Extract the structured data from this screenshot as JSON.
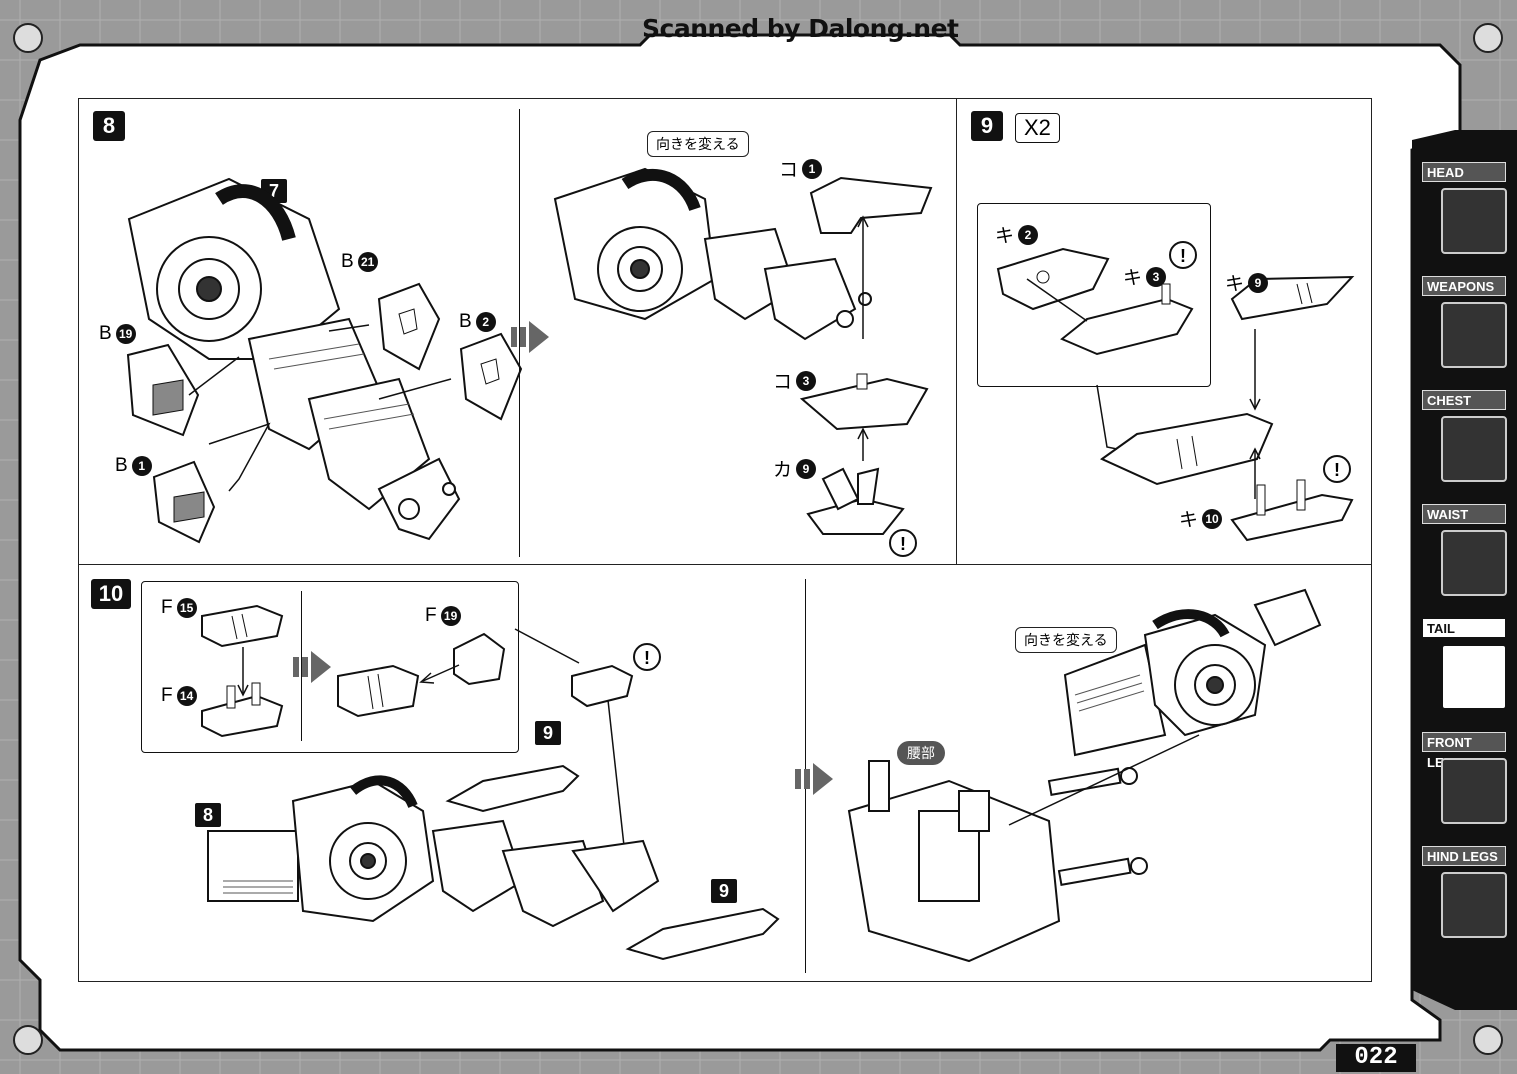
{
  "credit": "Scanned by Dalong.net",
  "page_number": "022",
  "side_tabs": [
    {
      "label": "HEAD",
      "active": false
    },
    {
      "label": "WEAPONS",
      "active": false
    },
    {
      "label": "CHEST",
      "active": false
    },
    {
      "label": "WAIST",
      "active": false
    },
    {
      "label": "TAIL",
      "active": true
    },
    {
      "label": "FRONT LEGS",
      "active": false
    },
    {
      "label": "HIND LEGS",
      "active": false
    }
  ],
  "step8": {
    "number": "8",
    "sub_ref": "7",
    "parts_left": [
      {
        "letter": "B",
        "num": "21"
      },
      {
        "letter": "B",
        "num": "2"
      },
      {
        "letter": "B",
        "num": "19"
      },
      {
        "letter": "B",
        "num": "1"
      }
    ],
    "orient_label": "向きを変える",
    "parts_right": [
      {
        "letter": "コ",
        "num": "1"
      },
      {
        "letter": "コ",
        "num": "3"
      },
      {
        "letter": "カ",
        "num": "9"
      }
    ]
  },
  "step9": {
    "number": "9",
    "multiplier": "X2",
    "parts": [
      {
        "letter": "キ",
        "num": "2"
      },
      {
        "letter": "キ",
        "num": "3"
      },
      {
        "letter": "キ",
        "num": "9"
      },
      {
        "letter": "キ",
        "num": "10"
      }
    ]
  },
  "step10": {
    "number": "10",
    "parts": [
      {
        "letter": "F",
        "num": "15"
      },
      {
        "letter": "F",
        "num": "19"
      },
      {
        "letter": "F",
        "num": "14"
      }
    ],
    "sub_refs": [
      "9",
      "8",
      "9"
    ],
    "orient_label": "向きを変える",
    "waist_label": "腰部"
  },
  "warning_symbol": "!"
}
